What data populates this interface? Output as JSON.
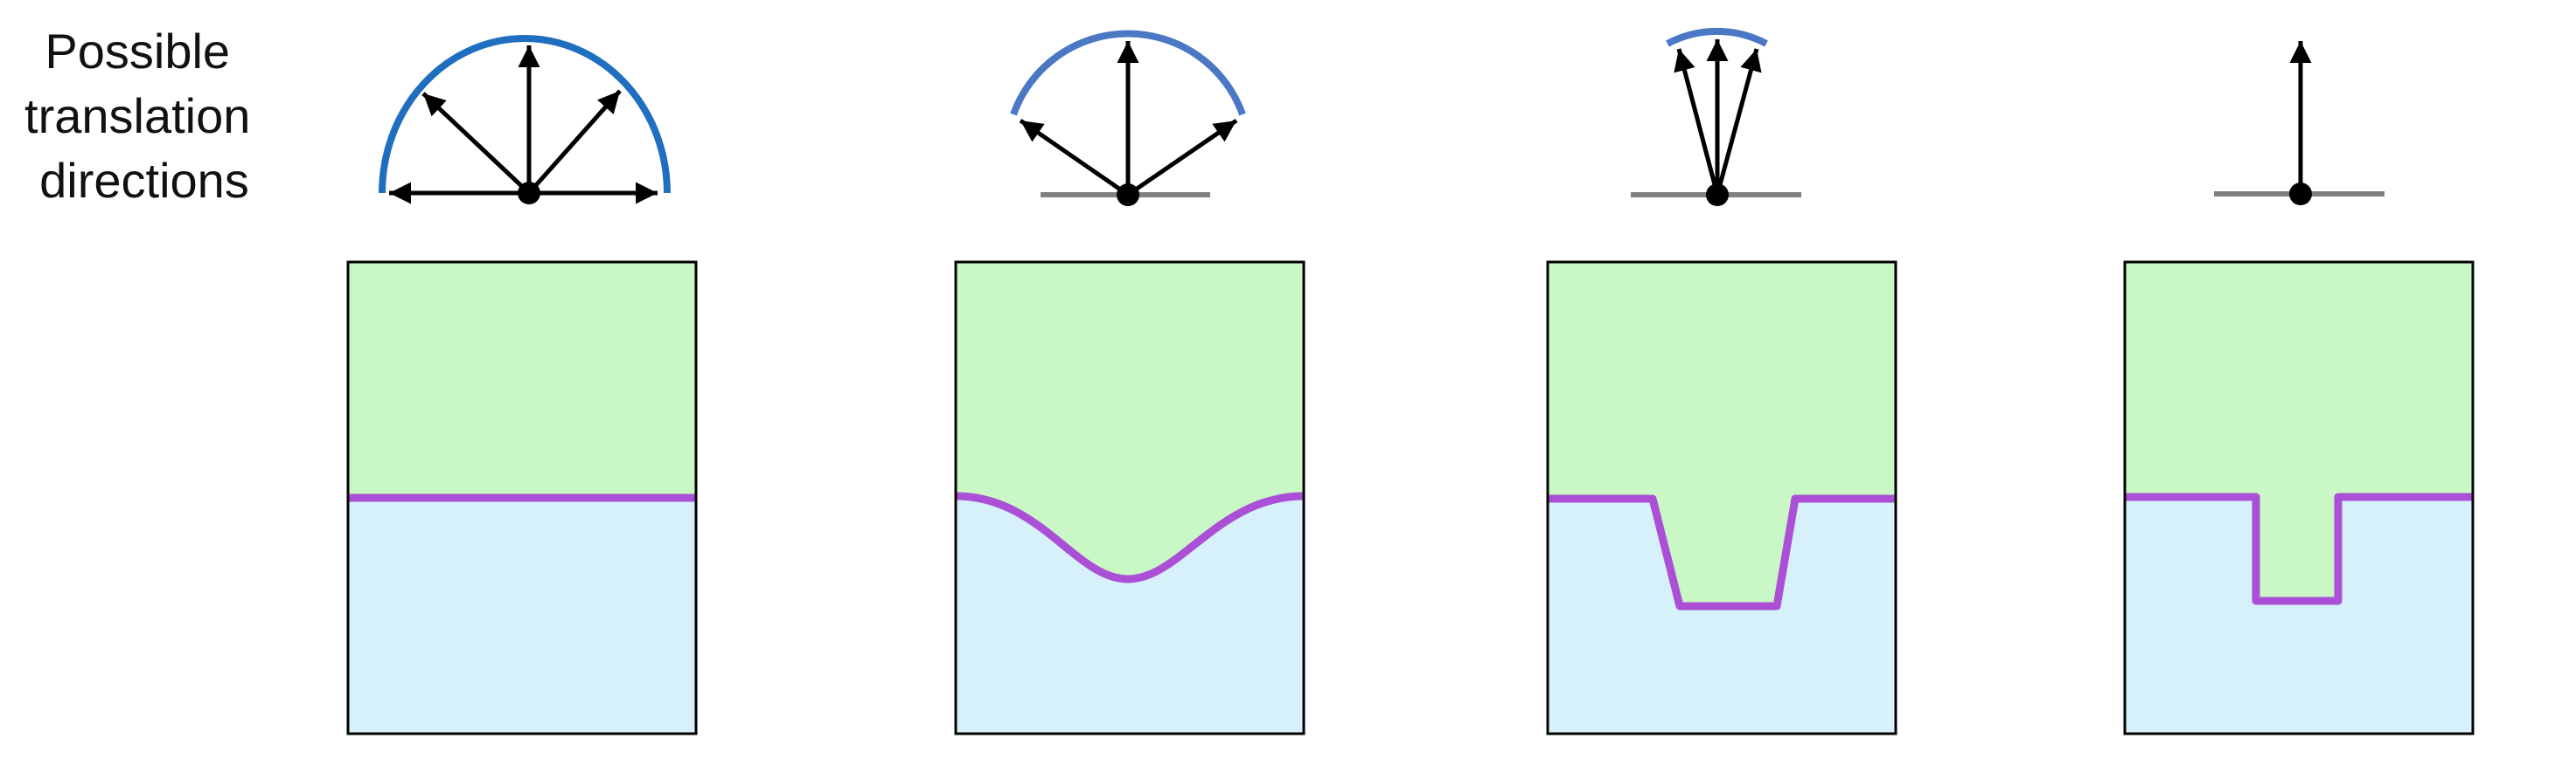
{
  "label": {
    "lines": [
      "Possible",
      "translation",
      "directions"
    ]
  },
  "colors": {
    "upper_region": "#c9f7c5",
    "lower_region": "#d7f1fb",
    "interface": "#aa4fd6",
    "arc_wide": "#1f6ebf",
    "arc_narrow": "#4a78c4",
    "arrows": "#000000",
    "baseline": "#808080",
    "frame": "#000000"
  },
  "icons": [
    "arrow-up-icon",
    "arrow-left-icon",
    "arrow-right-icon",
    "origin-dot-icon"
  ]
}
